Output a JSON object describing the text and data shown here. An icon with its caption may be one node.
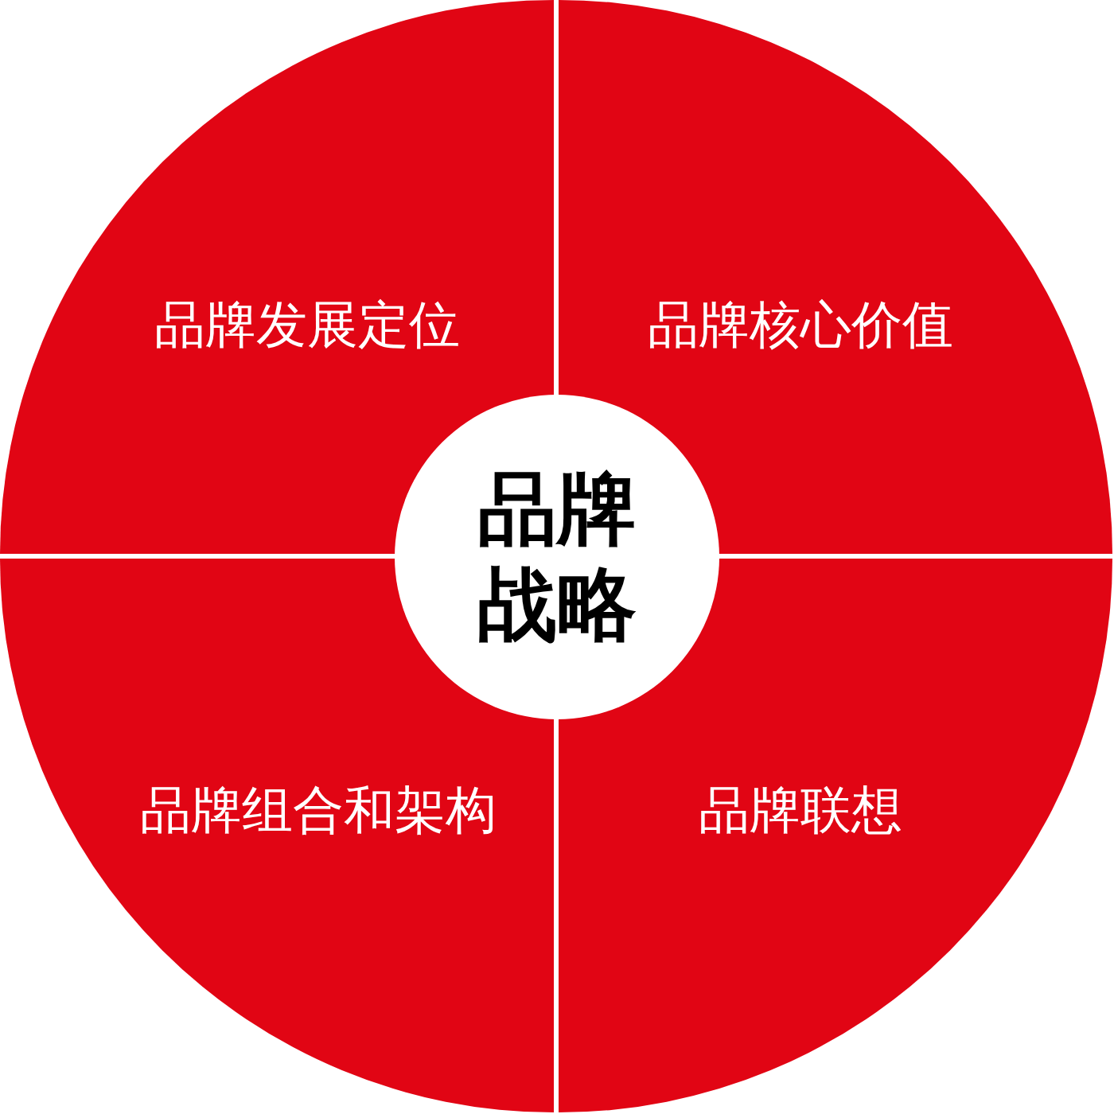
{
  "diagram": {
    "nodes": [
      {
        "text": [
          "品牌发展定位"
        ]
      },
      {
        "text": [
          "品牌核心价值"
        ]
      },
      {
        "text": [
          "品牌战略"
        ]
      },
      {
        "text": [
          "品牌组合和架构"
        ]
      },
      {
        "text": [
          "品牌联想"
        ]
      }
    ],
    "edges": []
  }
}
